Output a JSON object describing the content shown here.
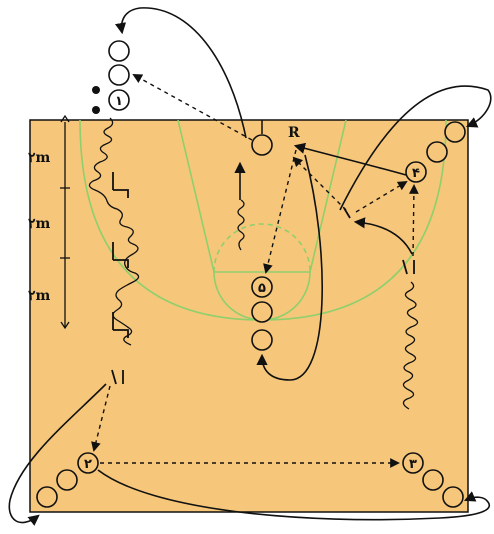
{
  "diagram": {
    "colors": {
      "court": "#f6c77a",
      "court_line": "#8fcf6c",
      "ink": "#111111"
    },
    "players": {
      "p1": "۱",
      "p2": "۲",
      "p3": "۳",
      "p4": "۴",
      "p5": "۵",
      "rebounder": "R"
    },
    "distances": [
      "۲m",
      "۲m",
      "۲m"
    ],
    "icons": {
      "cone": "cone-icon",
      "ball": "ball-icon"
    }
  }
}
